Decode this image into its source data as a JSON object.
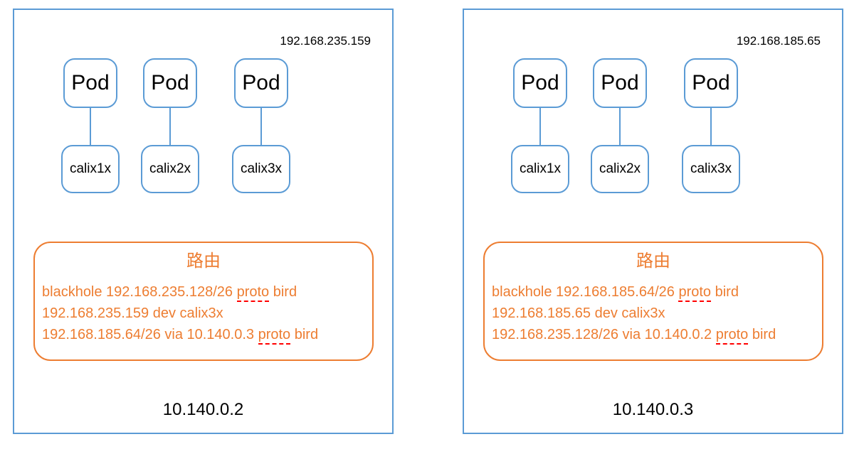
{
  "colors": {
    "panel_border": "#5B9BD5",
    "box_border": "#5B9BD5",
    "connector": "#5B9BD5",
    "route_box_border": "#ED7D31",
    "route_text": "#ED7D31",
    "spellcheck_underline": "#FF0000",
    "label_text": "#000000"
  },
  "panels": [
    {
      "pod_ip": "192.168.235.159",
      "node_ip": "10.140.0.2",
      "pods": [
        {
          "label": "Pod",
          "iface": "calix1x"
        },
        {
          "label": "Pod",
          "iface": "calix2x"
        },
        {
          "label": "Pod",
          "iface": "calix3x"
        }
      ],
      "route_box": {
        "title": "路由",
        "routes": [
          {
            "pre": "blackhole 192.168.235.128/26 ",
            "flagged": "proto",
            "post": " bird"
          },
          {
            "pre": "192.168.235.159 dev calix3x",
            "flagged": "",
            "post": ""
          },
          {
            "pre": "192.168.185.64/26 via 10.140.0.3 ",
            "flagged": "proto",
            "post": " bird"
          }
        ]
      }
    },
    {
      "pod_ip": "192.168.185.65",
      "node_ip": "10.140.0.3",
      "pods": [
        {
          "label": "Pod",
          "iface": "calix1x"
        },
        {
          "label": "Pod",
          "iface": "calix2x"
        },
        {
          "label": "Pod",
          "iface": "calix3x"
        }
      ],
      "route_box": {
        "title": "路由",
        "routes": [
          {
            "pre": "blackhole 192.168.185.64/26 ",
            "flagged": "proto",
            "post": " bird"
          },
          {
            "pre": "192.168.185.65 dev calix3x",
            "flagged": "",
            "post": ""
          },
          {
            "pre": "192.168.235.128/26 via 10.140.0.2 ",
            "flagged": "proto",
            "post": " bird"
          }
        ]
      }
    }
  ]
}
